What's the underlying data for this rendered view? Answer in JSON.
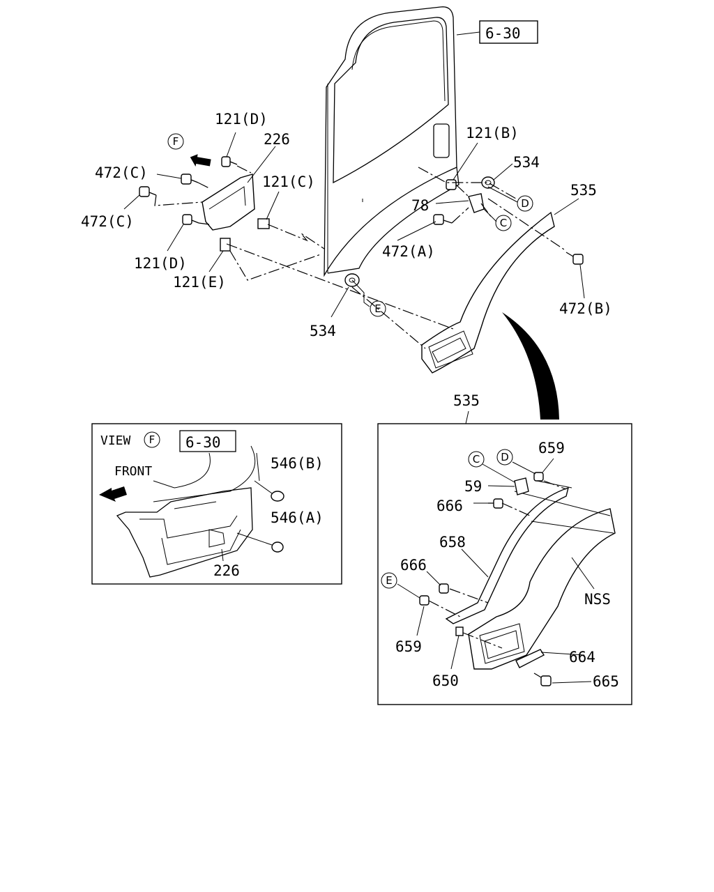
{
  "labels": {
    "ref_top": "6-30",
    "ref_view": "6-30",
    "view_f": "VIEW",
    "front": "FRONT",
    "nss": "NSS",
    "p121d_top": "121(D)",
    "p226_top": "226",
    "p472c_1": "472(C)",
    "p472c_2": "472(C)",
    "p121c": "121(C)",
    "p121d_low": "121(D)",
    "p121e": "121(E)",
    "p121b": "121(B)",
    "p534_top": "534",
    "p535_top": "535",
    "p78": "78",
    "p472a": "472(A)",
    "p472b": "472(B)",
    "p534_low": "534",
    "p535_detail": "535",
    "p546b": "546(B)",
    "p546a": "546(A)",
    "p226_view": "226",
    "p659_top": "659",
    "p59": "59",
    "p666_top": "666",
    "p658": "658",
    "p666_mid": "666",
    "p659_low": "659",
    "p650": "650",
    "p664": "664",
    "p665": "665"
  },
  "callouts": {
    "F_main": "F",
    "F_view": "F",
    "C_main": "C",
    "D_main": "D",
    "E_main": "E",
    "C_detail": "C",
    "D_detail": "D",
    "E_detail": "E"
  }
}
